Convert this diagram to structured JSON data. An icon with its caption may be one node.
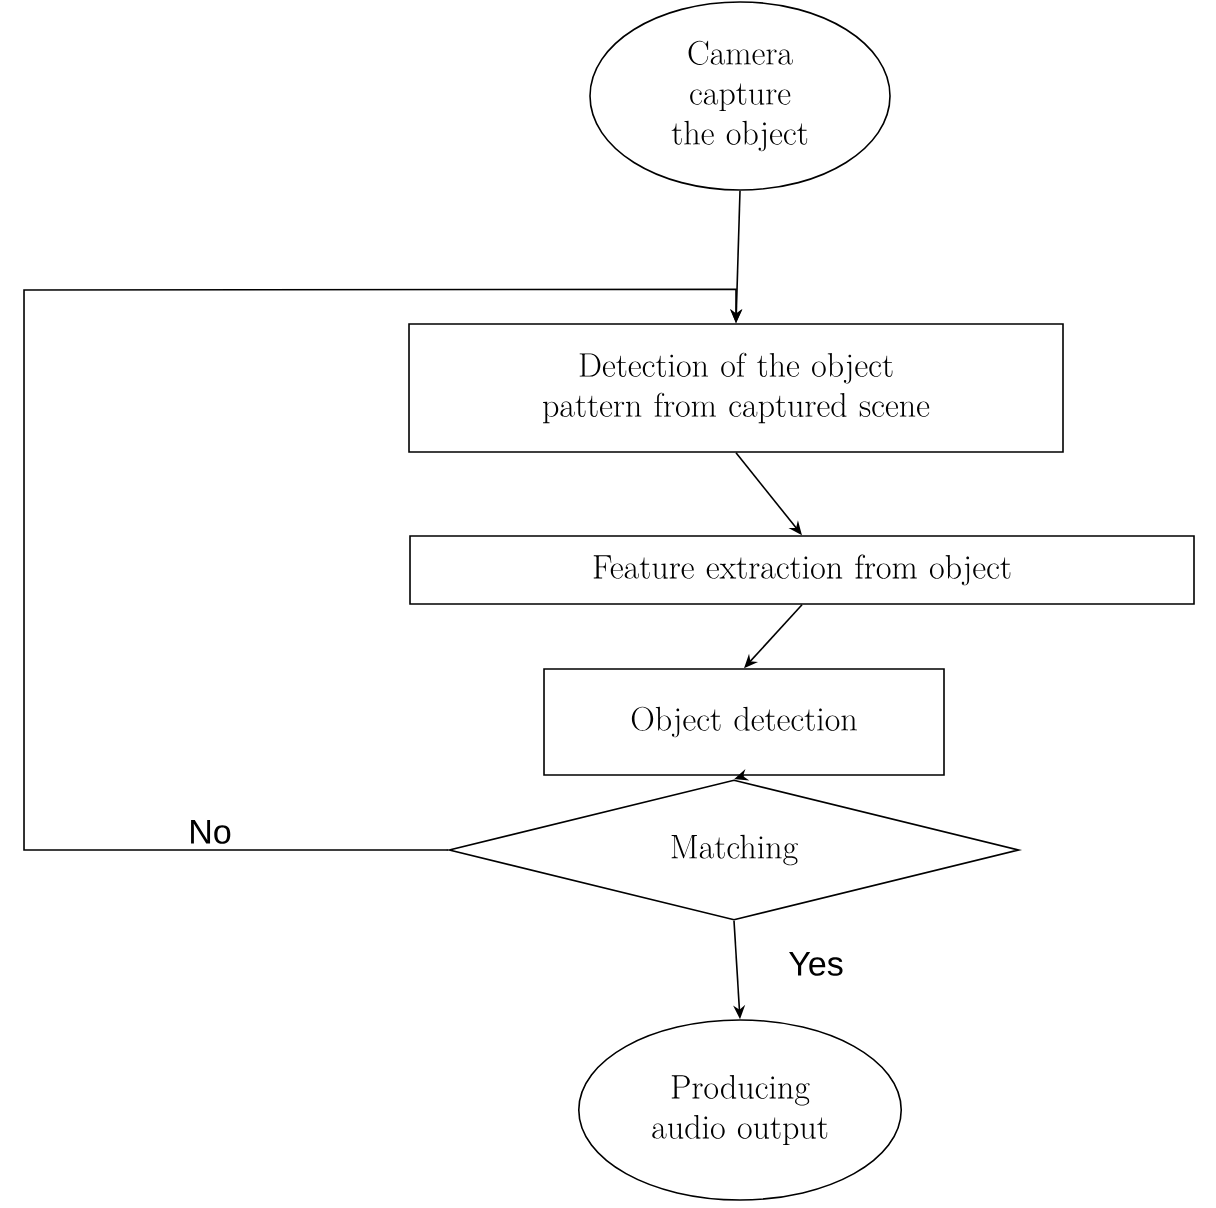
{
  "diagram": {
    "nodes": [
      {
        "text": [
          "Camera capture the object"
        ]
      },
      {
        "text": [
          "Detection of the object pattern from captured scene"
        ]
      },
      {
        "text": [
          "Feature extraction from object"
        ]
      },
      {
        "text": [
          "Object detection"
        ]
      },
      {
        "text": [
          "Matching"
        ]
      },
      {
        "text": [
          "Producing audio output"
        ]
      }
    ],
    "edges": [
      {
        "from": 0,
        "to": 1,
        "arrow": "to"
      },
      {
        "from": 1,
        "to": 2,
        "arrow": "to"
      },
      {
        "from": 2,
        "to": 3,
        "arrow": "to"
      },
      {
        "from": 3,
        "to": 4,
        "arrow": "to"
      },
      {
        "from": 4,
        "to": 5,
        "arrow": "to",
        "label": "Yes"
      },
      {
        "from": 4,
        "to": 1,
        "arrow": "to",
        "label": "No"
      }
    ]
  }
}
